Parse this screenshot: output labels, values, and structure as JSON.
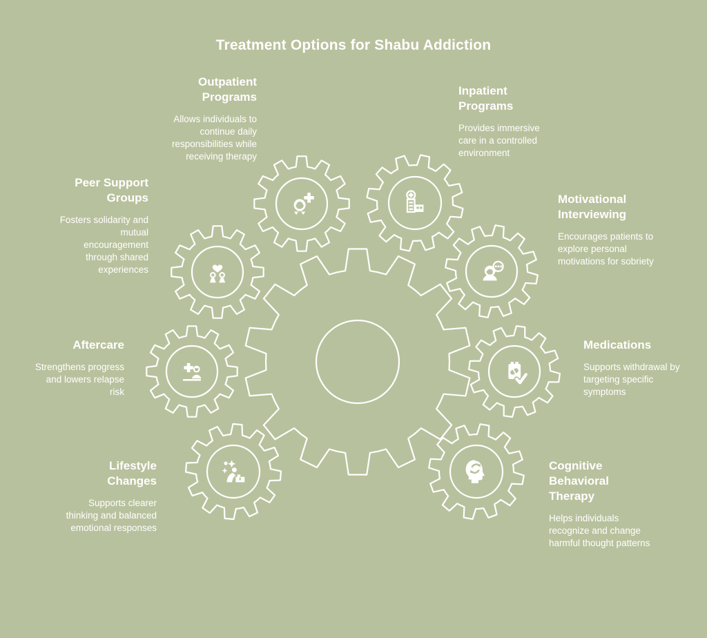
{
  "title": "Treatment Options for Shabu Addiction",
  "colors": {
    "background": "#b8c19d",
    "line": "#ffffff",
    "text": "#ffffff"
  },
  "items": [
    {
      "id": "outpatient-programs",
      "label": "Outpatient Programs",
      "description": "Allows individuals to continue daily responsibilities while receiving therapy",
      "icon": "nurse-plus-icon"
    },
    {
      "id": "inpatient-programs",
      "label": "Inpatient Programs",
      "description": "Provides immersive care in a controlled environment",
      "icon": "hospital-building-icon"
    },
    {
      "id": "peer-support-groups",
      "label": "Peer Support Groups",
      "description": "Fosters solidarity and mutual encouragement through shared experiences",
      "icon": "people-heart-icon"
    },
    {
      "id": "motivational-interviewing",
      "label": "Motivational Interviewing",
      "description": "Encourages patients to explore personal motivations for sobriety",
      "icon": "person-speech-bubble-icon"
    },
    {
      "id": "aftercare",
      "label": "Aftercare",
      "description": "Strengthens progress and lowers relapse risk",
      "icon": "cross-person-icon"
    },
    {
      "id": "medications",
      "label": "Medications",
      "description": "Supports withdrawal by targeting specific symptoms",
      "icon": "pill-bottle-check-icon"
    },
    {
      "id": "lifestyle-changes",
      "label": "Lifestyle Changes",
      "description": "Supports clearer thinking and balanced emotional responses",
      "icon": "person-sparkles-icon"
    },
    {
      "id": "cognitive-behavioral-therapy",
      "label": "Cognitive Behavioral Therapy",
      "description": "Helps individuals recognize and change harmful thought patterns",
      "icon": "head-arrows-icon"
    }
  ]
}
